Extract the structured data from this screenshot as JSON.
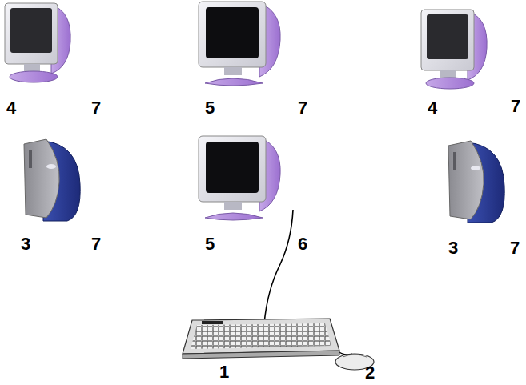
{
  "diagram": {
    "labels": [
      "4",
      "7",
      "5",
      "7",
      "4",
      "7",
      "3",
      "7",
      "5",
      "6",
      "3",
      "7",
      "1",
      "2"
    ]
  }
}
